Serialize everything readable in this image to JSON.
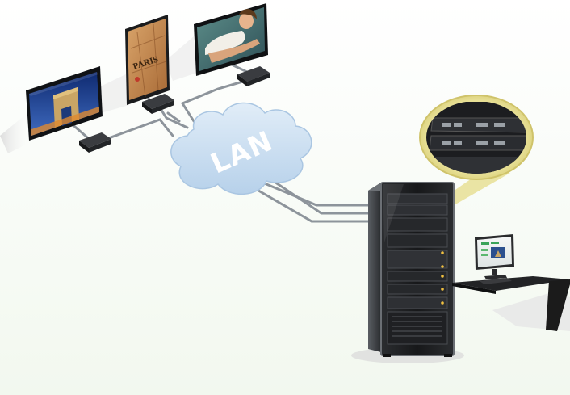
{
  "network": {
    "cloud_label": "LAN"
  },
  "displays": [
    {
      "kind": "landscape-tv",
      "content": "arc-de-triomphe-photo"
    },
    {
      "kind": "portrait-display",
      "content": "paris-map-photo",
      "map_text": "PARIS"
    },
    {
      "kind": "landscape-tv",
      "content": "woman-portrait-photo"
    }
  ],
  "colors": {
    "cloud": "#c9def1",
    "cable": "#8d949b",
    "magnifier": "#e7df95",
    "server": "#1d1f22",
    "server_status_led": "#f0c040",
    "desk": "#1b1b1b"
  }
}
